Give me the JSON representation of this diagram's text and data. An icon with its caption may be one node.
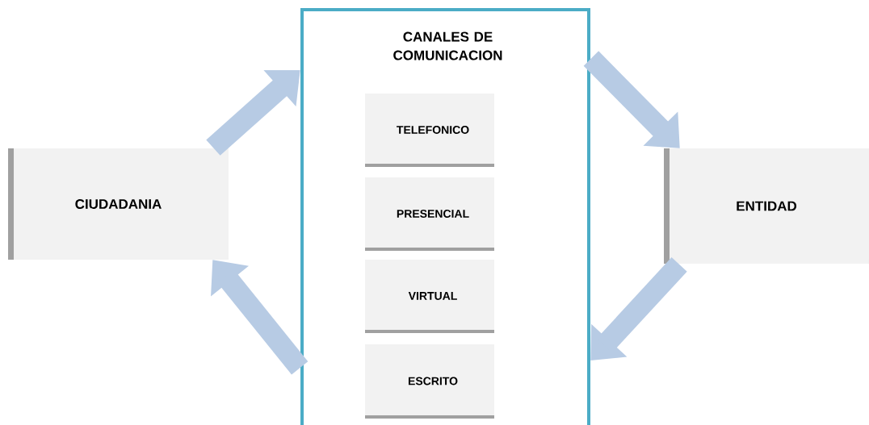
{
  "diagram": {
    "nodes": [
      {
        "text": [
          "CIUDADANIA"
        ]
      },
      {
        "text": [
          "CANALES DE COMUNICACION"
        ]
      },
      {
        "text": [
          "TELEFONICO"
        ],
        "in": 1
      },
      {
        "text": [
          "PRESENCIAL"
        ],
        "in": 1
      },
      {
        "text": [
          "VIRTUAL"
        ],
        "in": 1
      },
      {
        "text": [
          "ESCRITO"
        ],
        "in": 1
      },
      {
        "text": [
          "ENTIDAD"
        ]
      }
    ],
    "edges": [
      {
        "from": 0,
        "to": 1,
        "arrow": "to"
      },
      {
        "from": 1,
        "to": 6,
        "arrow": "to"
      },
      {
        "from": 6,
        "to": 1,
        "arrow": "to"
      },
      {
        "from": 1,
        "to": 0,
        "arrow": "to"
      }
    ]
  }
}
